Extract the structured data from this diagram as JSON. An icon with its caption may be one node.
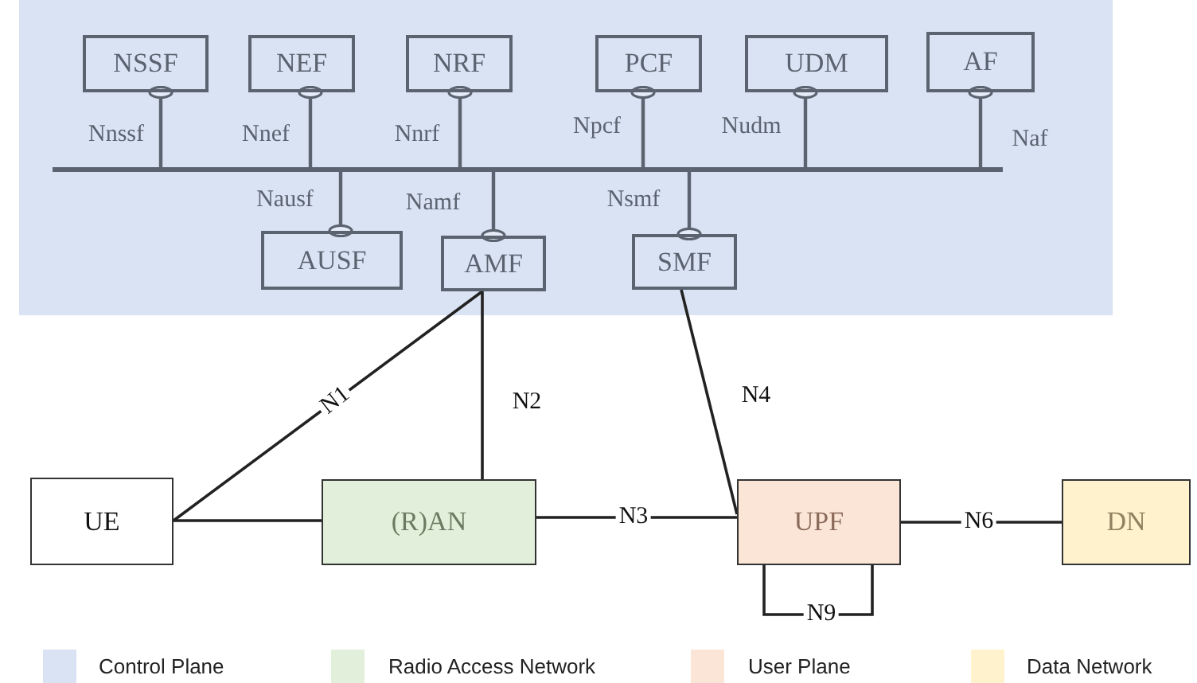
{
  "diagram": {
    "nodes": [
      {
        "text": [],
        "shape": "box"
      },
      {
        "text": [
          "NSSF"
        ],
        "in": 0
      },
      {
        "text": [
          "NEF"
        ],
        "in": 0
      },
      {
        "text": [
          "NRF"
        ],
        "in": 0
      },
      {
        "text": [
          "PCF"
        ],
        "in": 0
      },
      {
        "text": [
          "UDM"
        ],
        "in": 0
      },
      {
        "text": [
          "AF"
        ],
        "in": 0
      },
      {
        "text": [],
        "shape": "bar",
        "in": 0
      },
      {
        "text": [
          "AUSF"
        ],
        "in": 0
      },
      {
        "text": [
          "AMF"
        ],
        "in": 0
      },
      {
        "text": [
          "SMF"
        ],
        "in": 0
      },
      {
        "text": [
          "UE"
        ]
      },
      {
        "text": [
          "(R)AN"
        ]
      },
      {
        "text": [
          "UPF"
        ]
      },
      {
        "text": [
          "DN"
        ]
      }
    ],
    "edges": [
      {
        "from": 7,
        "to": 1,
        "arrow": "other",
        "label": "Nnssf"
      },
      {
        "from": 7,
        "to": 2,
        "arrow": "other",
        "label": "Nnef"
      },
      {
        "from": 7,
        "to": 3,
        "arrow": "other",
        "label": "Nnrf"
      },
      {
        "from": 7,
        "to": 4,
        "arrow": "other",
        "label": "Npcf"
      },
      {
        "from": 7,
        "to": 5,
        "arrow": "other",
        "label": "Nudm"
      },
      {
        "from": 7,
        "to": 6,
        "arrow": "other",
        "label": "Naf"
      },
      {
        "from": 7,
        "to": 8,
        "arrow": "other",
        "label": "Nausf"
      },
      {
        "from": 7,
        "to": 9,
        "arrow": "other",
        "label": "Namf"
      },
      {
        "from": 7,
        "to": 10,
        "arrow": "other",
        "label": "Nsmf"
      },
      {
        "from": 9,
        "to": 11,
        "arrow": "none",
        "label": "N1"
      },
      {
        "from": 9,
        "to": 12,
        "arrow": "none",
        "label": "N2"
      },
      {
        "from": 10,
        "to": 13,
        "arrow": "none",
        "label": "N4"
      },
      {
        "from": 11,
        "to": 12,
        "arrow": "none"
      },
      {
        "from": 12,
        "to": 13,
        "arrow": "none",
        "label": "N3"
      },
      {
        "from": 13,
        "to": 14,
        "arrow": "none",
        "label": "N6"
      },
      {
        "from": 13,
        "to": 13,
        "arrow": "none",
        "label": "N9"
      }
    ],
    "legend": [
      {
        "text": "Control Plane",
        "color": "#dae3f3"
      },
      {
        "text": "Radio Access Network",
        "color": "#e2efda"
      },
      {
        "text": "User Plane",
        "color": "#fbe5d6"
      },
      {
        "text": "Data Network",
        "color": "#fff2cc"
      }
    ]
  }
}
